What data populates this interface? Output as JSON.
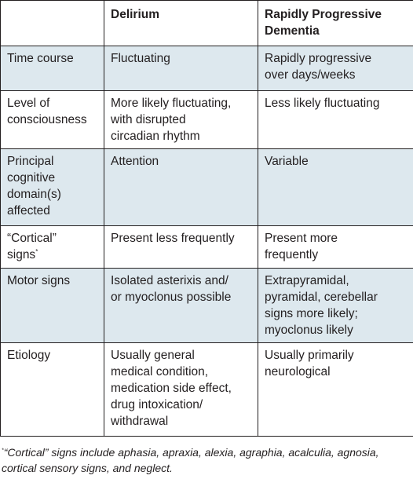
{
  "table": {
    "headers": [
      "",
      "Delirium",
      "Rapidly Progressive\nDementia"
    ],
    "rows": [
      {
        "label": "Time course",
        "delirium": "Fluctuating",
        "rpd": "Rapidly progressive\nover days/weeks"
      },
      {
        "label": "Level of\nconsciousness",
        "delirium": "More likely fluctuating,\nwith disrupted\ncircadian rhythm",
        "rpd": "Less likely fluctuating"
      },
      {
        "label": "Principal\ncognitive\ndomain(s)\naffected",
        "delirium": "Attention",
        "rpd": "Variable"
      },
      {
        "label": "“Cortical”\nsigns",
        "label_sup": "*",
        "delirium": "Present less frequently",
        "rpd": "Present more\nfrequently"
      },
      {
        "label": "Motor signs",
        "delirium": "Isolated asterixis and/\nor myoclonus possible",
        "rpd": "Extrapyramidal,\npyramidal, cerebellar\nsigns more likely;\nmyoclonus likely"
      },
      {
        "label": "Etiology",
        "delirium": "Usually general\nmedical condition,\nmedication side effect,\ndrug intoxication/\nwithdrawal",
        "rpd": "Usually primarily\nneurological"
      }
    ]
  },
  "footnote": {
    "marker": "*",
    "text": "“Cortical” signs include aphasia, apraxia, alexia, agraphia, acalculia, agnosia, cortical sensory signs, and neglect."
  },
  "colors": {
    "row_shade": "#dde8ee",
    "border": "#231f20",
    "text": "#231f20"
  }
}
